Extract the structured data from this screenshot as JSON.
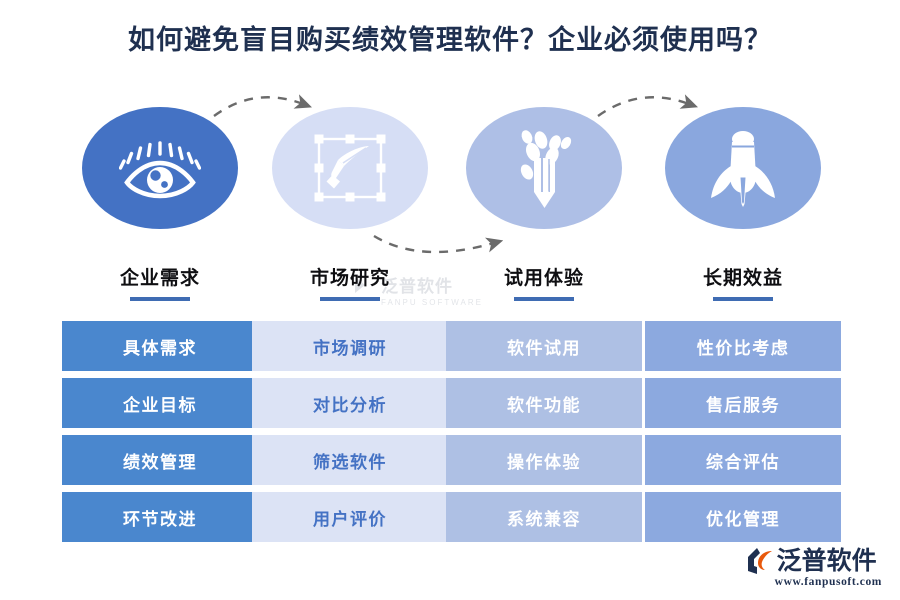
{
  "title": "如何避免盲目购买绩效管理软件？企业必须使用吗？",
  "watermark": {
    "cn": "泛普软件",
    "en": "FANPU SOFTWARE"
  },
  "colors": {
    "title": "#1f3050",
    "heading_rule": "#3f6cb3",
    "arrow": "#6b6b6b",
    "circle_1": "#4472C4",
    "circle_2": "#D6DEF5",
    "circle_3": "#AEBFE6",
    "circle_4": "#8AA7DE",
    "box_col_1": "#4A87CE",
    "box_col_2": "#DCE3F5",
    "box_col_3": "#AEC0E4",
    "box_col_4": "#8CA9DF",
    "box_text_light": "#ffffff",
    "box_text_blue": "#4472C4",
    "logo_navy": "#1f3050",
    "logo_orange": "#E8590C"
  },
  "columns": [
    {
      "icon": "eye-icon",
      "heading": "企业需求",
      "items": [
        "具体需求",
        "企业目标",
        "绩效管理",
        "环节改进"
      ]
    },
    {
      "icon": "pen-tool-icon",
      "heading": "市场研究",
      "items": [
        "市场调研",
        "对比分析",
        "筛选软件",
        "用户评价"
      ]
    },
    {
      "icon": "growing-pencil-icon",
      "heading": "试用体验",
      "items": [
        "软件试用",
        "软件功能",
        "操作体验",
        "系统兼容"
      ]
    },
    {
      "icon": "rocket-icon",
      "heading": "长期效益",
      "items": [
        "性价比考虑",
        "售后服务",
        "综合评估",
        "优化管理"
      ]
    }
  ],
  "logo": {
    "name": "泛普软件",
    "url": "www.fanpusoft.com"
  }
}
